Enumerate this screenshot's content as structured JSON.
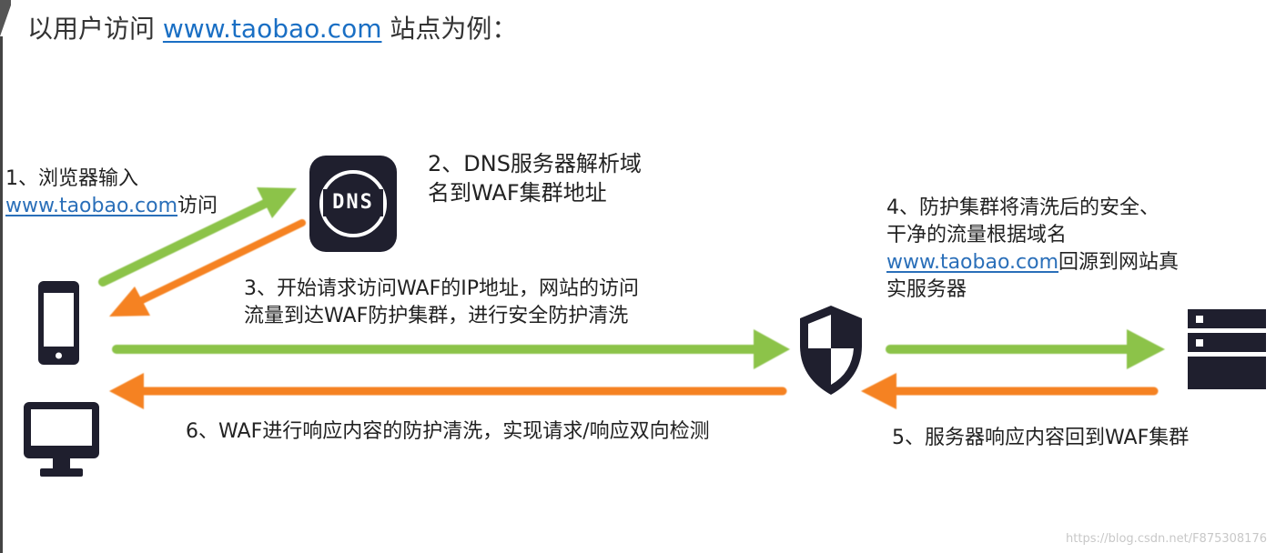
{
  "title": {
    "prefix": "以用户访问 ",
    "link": "www.taobao.com",
    "suffix": " 站点为例："
  },
  "step1": {
    "line1": "1、浏览器输入",
    "link": "www.taobao.com",
    "after": "访问"
  },
  "step2": {
    "line1": "2、DNS服务器解析域",
    "line2": "名到WAF集群地址"
  },
  "step3": {
    "line1": "3、开始请求访问WAF的IP地址，网站的访问",
    "line2": "流量到达WAF防护集群，进行安全防护清洗"
  },
  "step4": {
    "line1": "4、防护集群将清洗后的安全、",
    "line2": "干净的流量根据域名",
    "link": "www.taobao.com",
    "after": "回源到网站真",
    "line4": "实服务器"
  },
  "step5": {
    "text": "5、服务器响应内容回到WAF集群"
  },
  "step6": {
    "text": "6、WAF进行响应内容的防护清洗，实现请求/响应双向检测"
  },
  "dns_label": "DNS",
  "watermark": "https://blog.csdn.net/F875308176",
  "colors": {
    "green": "#8cc34a",
    "orange": "#f58220",
    "icon": "#1f1f2e",
    "link": "#1a6fc4"
  }
}
